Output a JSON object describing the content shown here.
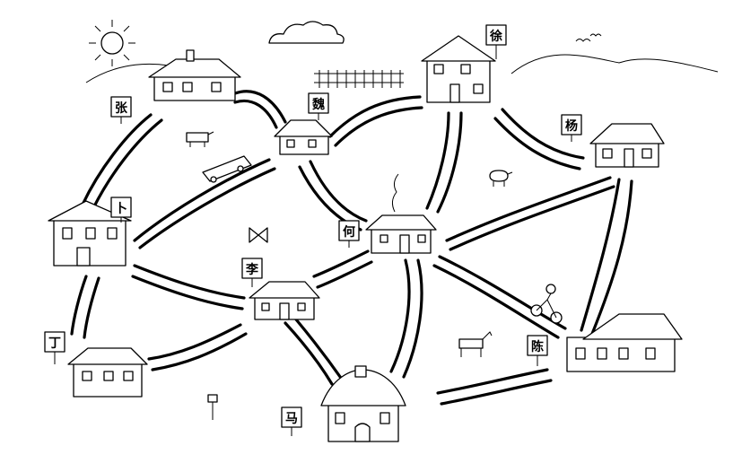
{
  "houses": [
    {
      "id": "zhang",
      "label": "张"
    },
    {
      "id": "wei",
      "label": "魏"
    },
    {
      "id": "xu",
      "label": "徐"
    },
    {
      "id": "yang",
      "label": "杨"
    },
    {
      "id": "bu",
      "label": "卜"
    },
    {
      "id": "he",
      "label": "何"
    },
    {
      "id": "li",
      "label": "李"
    },
    {
      "id": "ding",
      "label": "丁"
    },
    {
      "id": "ma",
      "label": "马"
    },
    {
      "id": "chen",
      "label": "陈"
    }
  ]
}
